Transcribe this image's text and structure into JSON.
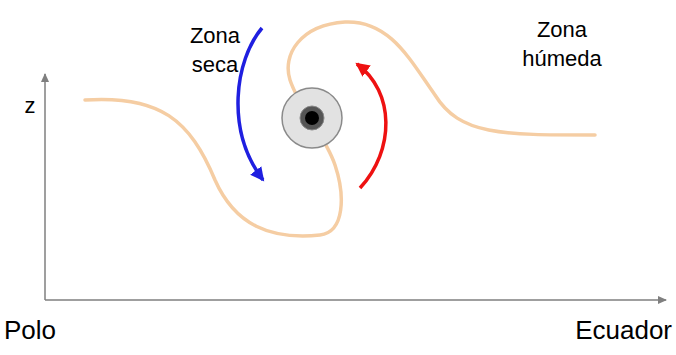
{
  "diagram": {
    "labels": [
      "z",
      "Zona seca",
      "Zona húmeda",
      "Polo",
      "Ecuador"
    ]
  }
}
